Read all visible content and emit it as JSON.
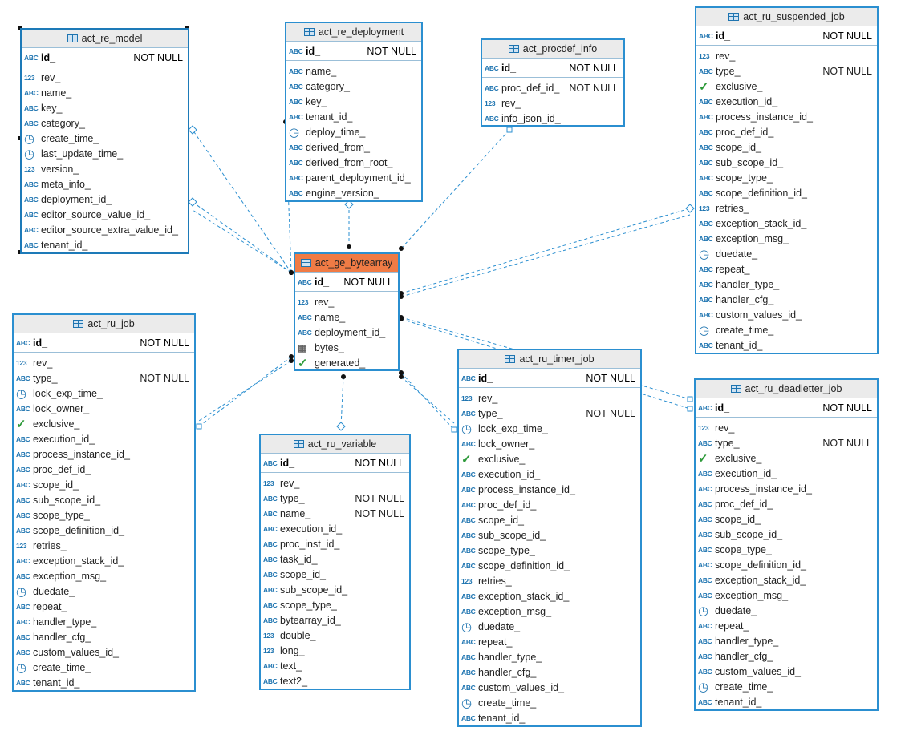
{
  "icons": {
    "varchar": "ABC",
    "int": "123",
    "bool": "✓",
    "time": "◷",
    "blob": "▦"
  },
  "tables": [
    {
      "id": "act_re_model",
      "title": "act_re_model",
      "highlight": false,
      "selected": true,
      "columns": [
        {
          "name": "id_",
          "type": "varchar",
          "nn": "NOT NULL",
          "pk": true
        },
        {
          "name": "rev_",
          "type": "int"
        },
        {
          "name": "name_",
          "type": "varchar"
        },
        {
          "name": "key_",
          "type": "varchar"
        },
        {
          "name": "category_",
          "type": "varchar"
        },
        {
          "name": "create_time_",
          "type": "time"
        },
        {
          "name": "last_update_time_",
          "type": "time"
        },
        {
          "name": "version_",
          "type": "int"
        },
        {
          "name": "meta_info_",
          "type": "varchar"
        },
        {
          "name": "deployment_id_",
          "type": "varchar"
        },
        {
          "name": "editor_source_value_id_",
          "type": "varchar"
        },
        {
          "name": "editor_source_extra_value_id_",
          "type": "varchar"
        },
        {
          "name": "tenant_id_",
          "type": "varchar"
        }
      ]
    },
    {
      "id": "act_re_deployment",
      "title": "act_re_deployment",
      "highlight": false,
      "columns": [
        {
          "name": "id_",
          "type": "varchar",
          "nn": "NOT NULL",
          "pk": true
        },
        {
          "name": "name_",
          "type": "varchar"
        },
        {
          "name": "category_",
          "type": "varchar"
        },
        {
          "name": "key_",
          "type": "varchar"
        },
        {
          "name": "tenant_id_",
          "type": "varchar"
        },
        {
          "name": "deploy_time_",
          "type": "time"
        },
        {
          "name": "derived_from_",
          "type": "varchar"
        },
        {
          "name": "derived_from_root_",
          "type": "varchar"
        },
        {
          "name": "parent_deployment_id_",
          "type": "varchar"
        },
        {
          "name": "engine_version_",
          "type": "varchar"
        }
      ]
    },
    {
      "id": "act_procdef_info",
      "title": "act_procdef_info",
      "highlight": false,
      "columns": [
        {
          "name": "id_",
          "type": "varchar",
          "nn": "NOT NULL",
          "pk": true
        },
        {
          "name": "proc_def_id_",
          "type": "varchar",
          "nn": "NOT NULL"
        },
        {
          "name": "rev_",
          "type": "int"
        },
        {
          "name": "info_json_id_",
          "type": "varchar"
        }
      ]
    },
    {
      "id": "act_ru_suspended_job",
      "title": "act_ru_suspended_job",
      "highlight": false,
      "columns": [
        {
          "name": "id_",
          "type": "varchar",
          "nn": "NOT NULL",
          "pk": true
        },
        {
          "name": "rev_",
          "type": "int"
        },
        {
          "name": "type_",
          "type": "varchar",
          "nn": "NOT NULL"
        },
        {
          "name": "exclusive_",
          "type": "bool"
        },
        {
          "name": "execution_id_",
          "type": "varchar"
        },
        {
          "name": "process_instance_id_",
          "type": "varchar"
        },
        {
          "name": "proc_def_id_",
          "type": "varchar"
        },
        {
          "name": "scope_id_",
          "type": "varchar"
        },
        {
          "name": "sub_scope_id_",
          "type": "varchar"
        },
        {
          "name": "scope_type_",
          "type": "varchar"
        },
        {
          "name": "scope_definition_id_",
          "type": "varchar"
        },
        {
          "name": "retries_",
          "type": "int"
        },
        {
          "name": "exception_stack_id_",
          "type": "varchar"
        },
        {
          "name": "exception_msg_",
          "type": "varchar"
        },
        {
          "name": "duedate_",
          "type": "time"
        },
        {
          "name": "repeat_",
          "type": "varchar"
        },
        {
          "name": "handler_type_",
          "type": "varchar"
        },
        {
          "name": "handler_cfg_",
          "type": "varchar"
        },
        {
          "name": "custom_values_id_",
          "type": "varchar"
        },
        {
          "name": "create_time_",
          "type": "time"
        },
        {
          "name": "tenant_id_",
          "type": "varchar"
        }
      ]
    },
    {
      "id": "act_ge_bytearray",
      "title": "act_ge_bytearray",
      "highlight": true,
      "columns": [
        {
          "name": "id_",
          "type": "varchar",
          "nn": "NOT NULL",
          "pk": true
        },
        {
          "name": "rev_",
          "type": "int"
        },
        {
          "name": "name_",
          "type": "varchar"
        },
        {
          "name": "deployment_id_",
          "type": "varchar"
        },
        {
          "name": "bytes_",
          "type": "blob"
        },
        {
          "name": "generated_",
          "type": "bool"
        }
      ]
    },
    {
      "id": "act_ru_job",
      "title": "act_ru_job",
      "highlight": false,
      "columns": [
        {
          "name": "id_",
          "type": "varchar",
          "nn": "NOT NULL",
          "pk": true
        },
        {
          "name": "rev_",
          "type": "int"
        },
        {
          "name": "type_",
          "type": "varchar",
          "nn": "NOT NULL"
        },
        {
          "name": "lock_exp_time_",
          "type": "time"
        },
        {
          "name": "lock_owner_",
          "type": "varchar"
        },
        {
          "name": "exclusive_",
          "type": "bool"
        },
        {
          "name": "execution_id_",
          "type": "varchar"
        },
        {
          "name": "process_instance_id_",
          "type": "varchar"
        },
        {
          "name": "proc_def_id_",
          "type": "varchar"
        },
        {
          "name": "scope_id_",
          "type": "varchar"
        },
        {
          "name": "sub_scope_id_",
          "type": "varchar"
        },
        {
          "name": "scope_type_",
          "type": "varchar"
        },
        {
          "name": "scope_definition_id_",
          "type": "varchar"
        },
        {
          "name": "retries_",
          "type": "int"
        },
        {
          "name": "exception_stack_id_",
          "type": "varchar"
        },
        {
          "name": "exception_msg_",
          "type": "varchar"
        },
        {
          "name": "duedate_",
          "type": "time"
        },
        {
          "name": "repeat_",
          "type": "varchar"
        },
        {
          "name": "handler_type_",
          "type": "varchar"
        },
        {
          "name": "handler_cfg_",
          "type": "varchar"
        },
        {
          "name": "custom_values_id_",
          "type": "varchar"
        },
        {
          "name": "create_time_",
          "type": "time"
        },
        {
          "name": "tenant_id_",
          "type": "varchar"
        }
      ]
    },
    {
      "id": "act_ru_variable",
      "title": "act_ru_variable",
      "highlight": false,
      "columns": [
        {
          "name": "id_",
          "type": "varchar",
          "nn": "NOT NULL",
          "pk": true
        },
        {
          "name": "rev_",
          "type": "int"
        },
        {
          "name": "type_",
          "type": "varchar",
          "nn": "NOT NULL"
        },
        {
          "name": "name_",
          "type": "varchar",
          "nn": "NOT NULL"
        },
        {
          "name": "execution_id_",
          "type": "varchar"
        },
        {
          "name": "proc_inst_id_",
          "type": "varchar"
        },
        {
          "name": "task_id_",
          "type": "varchar"
        },
        {
          "name": "scope_id_",
          "type": "varchar"
        },
        {
          "name": "sub_scope_id_",
          "type": "varchar"
        },
        {
          "name": "scope_type_",
          "type": "varchar"
        },
        {
          "name": "bytearray_id_",
          "type": "varchar"
        },
        {
          "name": "double_",
          "type": "int"
        },
        {
          "name": "long_",
          "type": "int"
        },
        {
          "name": "text_",
          "type": "varchar"
        },
        {
          "name": "text2_",
          "type": "varchar"
        }
      ]
    },
    {
      "id": "act_ru_timer_job",
      "title": "act_ru_timer_job",
      "highlight": false,
      "columns": [
        {
          "name": "id_",
          "type": "varchar",
          "nn": "NOT NULL",
          "pk": true
        },
        {
          "name": "rev_",
          "type": "int"
        },
        {
          "name": "type_",
          "type": "varchar",
          "nn": "NOT NULL"
        },
        {
          "name": "lock_exp_time_",
          "type": "time"
        },
        {
          "name": "lock_owner_",
          "type": "varchar"
        },
        {
          "name": "exclusive_",
          "type": "bool"
        },
        {
          "name": "execution_id_",
          "type": "varchar"
        },
        {
          "name": "process_instance_id_",
          "type": "varchar"
        },
        {
          "name": "proc_def_id_",
          "type": "varchar"
        },
        {
          "name": "scope_id_",
          "type": "varchar"
        },
        {
          "name": "sub_scope_id_",
          "type": "varchar"
        },
        {
          "name": "scope_type_",
          "type": "varchar"
        },
        {
          "name": "scope_definition_id_",
          "type": "varchar"
        },
        {
          "name": "retries_",
          "type": "int"
        },
        {
          "name": "exception_stack_id_",
          "type": "varchar"
        },
        {
          "name": "exception_msg_",
          "type": "varchar"
        },
        {
          "name": "duedate_",
          "type": "time"
        },
        {
          "name": "repeat_",
          "type": "varchar"
        },
        {
          "name": "handler_type_",
          "type": "varchar"
        },
        {
          "name": "handler_cfg_",
          "type": "varchar"
        },
        {
          "name": "custom_values_id_",
          "type": "varchar"
        },
        {
          "name": "create_time_",
          "type": "time"
        },
        {
          "name": "tenant_id_",
          "type": "varchar"
        }
      ]
    },
    {
      "id": "act_ru_deadletter_job",
      "title": "act_ru_deadletter_job",
      "highlight": false,
      "columns": [
        {
          "name": "id_",
          "type": "varchar",
          "nn": "NOT NULL",
          "pk": true
        },
        {
          "name": "rev_",
          "type": "int"
        },
        {
          "name": "type_",
          "type": "varchar",
          "nn": "NOT NULL"
        },
        {
          "name": "exclusive_",
          "type": "bool"
        },
        {
          "name": "execution_id_",
          "type": "varchar"
        },
        {
          "name": "process_instance_id_",
          "type": "varchar"
        },
        {
          "name": "proc_def_id_",
          "type": "varchar"
        },
        {
          "name": "scope_id_",
          "type": "varchar"
        },
        {
          "name": "sub_scope_id_",
          "type": "varchar"
        },
        {
          "name": "scope_type_",
          "type": "varchar"
        },
        {
          "name": "scope_definition_id_",
          "type": "varchar"
        },
        {
          "name": "exception_stack_id_",
          "type": "varchar"
        },
        {
          "name": "exception_msg_",
          "type": "varchar"
        },
        {
          "name": "duedate_",
          "type": "time"
        },
        {
          "name": "repeat_",
          "type": "varchar"
        },
        {
          "name": "handler_type_",
          "type": "varchar"
        },
        {
          "name": "handler_cfg_",
          "type": "varchar"
        },
        {
          "name": "custom_values_id_",
          "type": "varchar"
        },
        {
          "name": "create_time_",
          "type": "time"
        },
        {
          "name": "tenant_id_",
          "type": "varchar"
        }
      ]
    }
  ],
  "relations": [
    {
      "from": "act_ge_bytearray",
      "to": "act_re_model"
    },
    {
      "from": "act_ge_bytearray",
      "to": "act_re_model"
    },
    {
      "from": "act_ge_bytearray",
      "to": "act_re_model"
    },
    {
      "from": "act_ge_bytearray",
      "to": "act_re_deployment"
    },
    {
      "from": "act_ge_bytearray",
      "to": "act_procdef_info"
    },
    {
      "from": "act_ge_bytearray",
      "to": "act_ru_suspended_job"
    },
    {
      "from": "act_ge_bytearray",
      "to": "act_ru_suspended_job"
    },
    {
      "from": "act_ge_bytearray",
      "to": "act_ru_job"
    },
    {
      "from": "act_ge_bytearray",
      "to": "act_ru_job"
    },
    {
      "from": "act_ge_bytearray",
      "to": "act_ru_variable"
    },
    {
      "from": "act_ge_bytearray",
      "to": "act_ru_timer_job"
    },
    {
      "from": "act_ge_bytearray",
      "to": "act_ru_timer_job"
    },
    {
      "from": "act_ge_bytearray",
      "to": "act_ru_deadletter_job"
    },
    {
      "from": "act_ge_bytearray",
      "to": "act_ru_deadletter_job"
    }
  ]
}
